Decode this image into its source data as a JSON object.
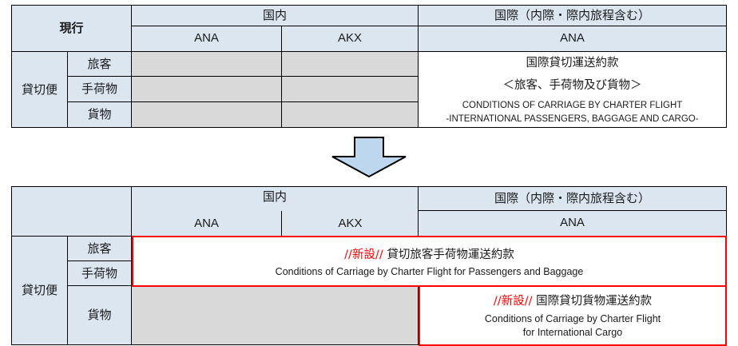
{
  "colors": {
    "header_fill": "#dce6f1",
    "disabled_fill": "#d9d9d9",
    "new_marker": "#ff0000",
    "arrow_fill": "#bdd7ee",
    "border": "#000000"
  },
  "current_table": {
    "corner_label": "現行",
    "groups": [
      {
        "label": "国内",
        "carriers": [
          "ANA",
          "AKX"
        ]
      },
      {
        "label": "国際（内際・際内旅程含む）",
        "carriers": [
          "ANA"
        ]
      }
    ],
    "row_group_label": "貸切便",
    "rows": [
      "旅客",
      "手荷物",
      "貨物"
    ],
    "domestic_cells": [
      "",
      "",
      "",
      "",
      "",
      ""
    ],
    "international_block": {
      "jp_title": "国際貸切運送約款",
      "jp_subtitle": "＜旅客、手荷物及び貨物＞",
      "en_line1": "CONDITIONS OF CARRIAGE BY CHARTER FLIGHT",
      "en_line2": "-INTERNATIONAL PASSENGERS, BAGGAGE AND CARGO-"
    }
  },
  "arrow": {
    "name": "down-arrow",
    "direction": "down"
  },
  "new_table": {
    "corner_label": "",
    "groups": [
      {
        "label": "国内",
        "carriers": [
          "ANA",
          "AKX"
        ]
      },
      {
        "label": "国際（内際・際内旅程含む）",
        "carriers": [
          "ANA"
        ]
      }
    ],
    "row_group_label": "貸切便",
    "rows": [
      "旅客",
      "手荷物",
      "貨物"
    ],
    "highlight_passenger_baggage": {
      "new_marker": "//新設//",
      "jp_title": "貸切旅客手荷物運送約款",
      "en_line1": "Conditions of Carriage by Charter Flight for Passengers and Baggage"
    },
    "highlight_cargo": {
      "new_marker": "//新設//",
      "jp_title": "国際貸切貨物運送約款",
      "en_line1": "Conditions of Carriage by Charter Flight",
      "en_line2": "for International Cargo"
    },
    "domestic_cargo_cell": ""
  }
}
